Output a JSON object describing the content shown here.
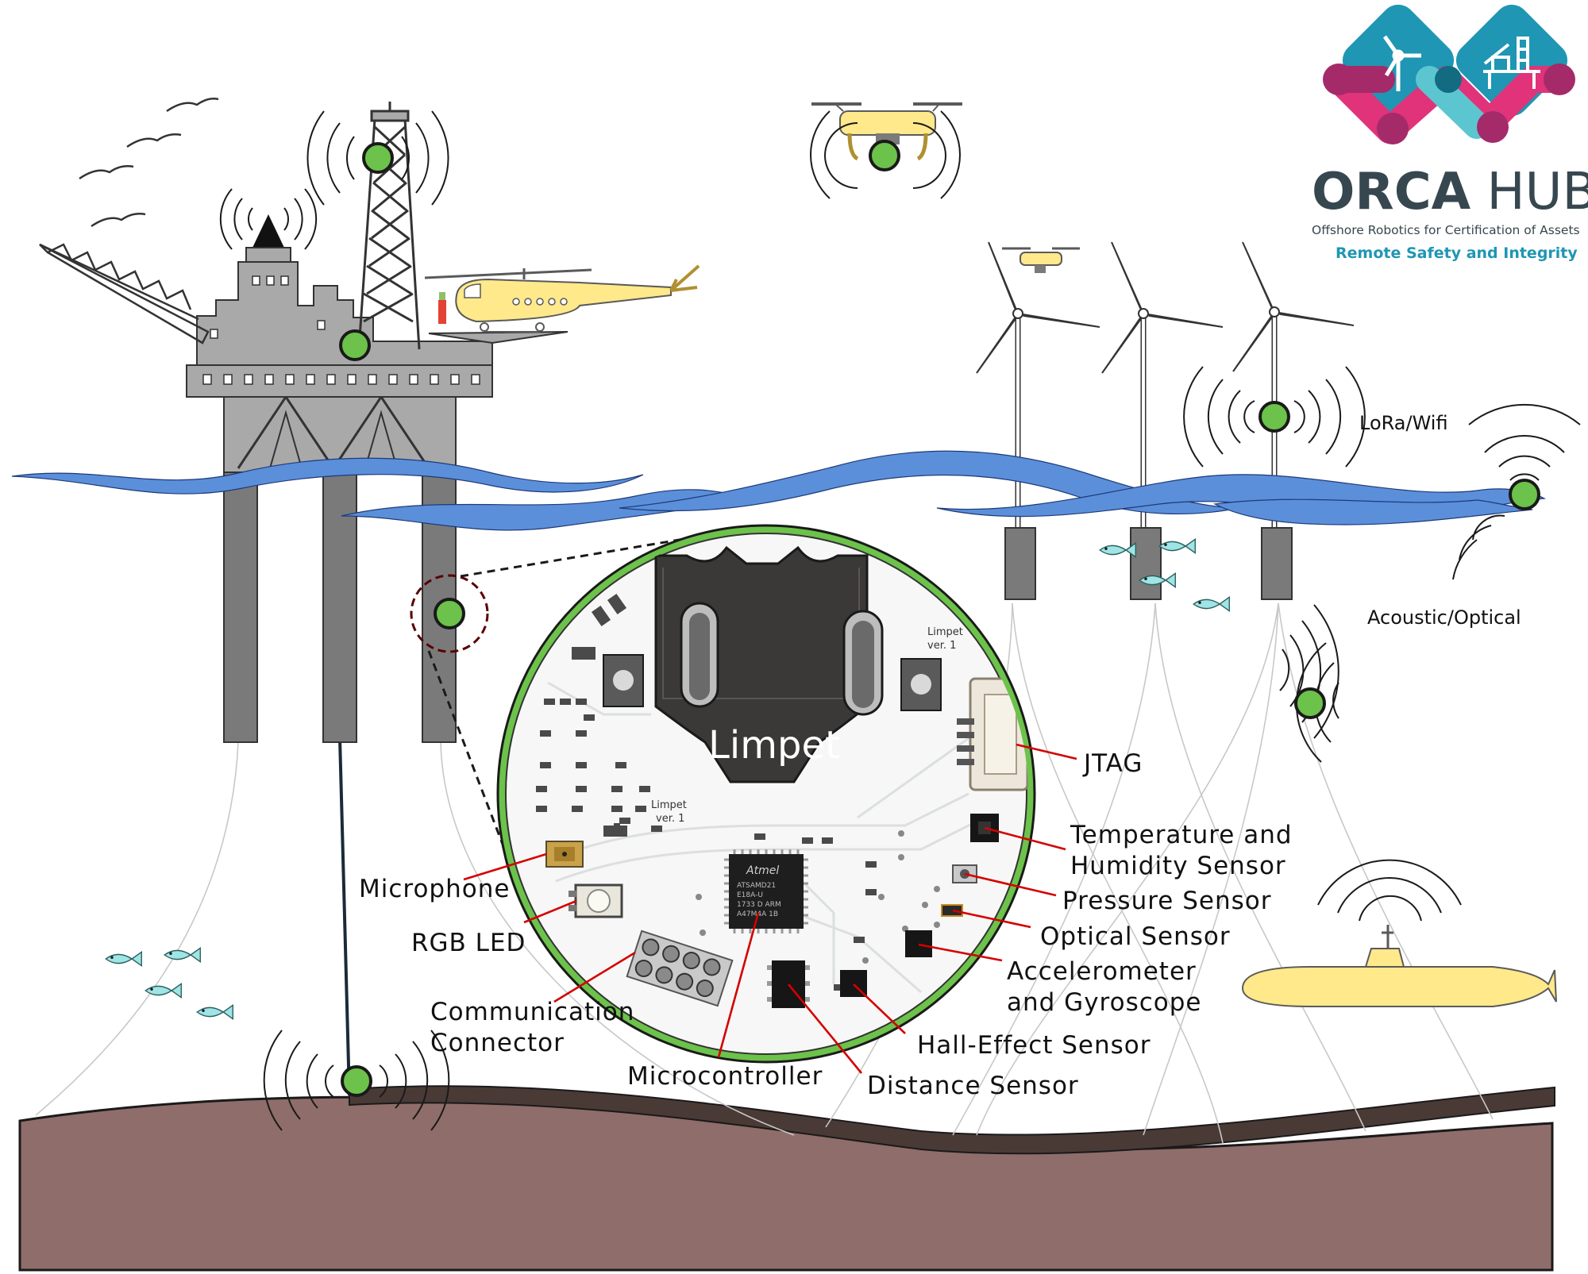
{
  "logo": {
    "title_bold": "ORCA",
    "title_light": " HUB",
    "subtitle": "Offshore Robotics for Certification of Assets",
    "tagline": "Remote Safety and Integrity",
    "colors": {
      "teal": "#1f96b3",
      "light_teal": "#5cc6d0",
      "magenta": "#e0337a",
      "plum": "#a52a6a",
      "dark": "#37474f"
    }
  },
  "comms": {
    "wireless": "LoRa/Wifi",
    "underwater": "Acoustic/Optical"
  },
  "board": {
    "name": "Limpet",
    "silk_text": [
      "Limpet",
      "ver. 1"
    ],
    "chip_text": [
      "Atmel",
      "ATSAMD21",
      "E18A-U",
      "1733 D ARM",
      "A47M4A 1B"
    ]
  },
  "callouts": {
    "microphone": "Microphone",
    "rgb_led": "RGB LED",
    "comm_connector": [
      "Communication",
      "Connector"
    ],
    "microcontroller": "Microcontroller",
    "distance": "Distance Sensor",
    "hall": "Hall-Effect Sensor",
    "accel": [
      "Accelerometer",
      "and Gyroscope"
    ],
    "optical": "Optical Sensor",
    "pressure": "Pressure Sensor",
    "temp": [
      "Temperature and",
      "Humidity Sensor"
    ],
    "jtag": "JTAG"
  },
  "colors": {
    "sensor_node": "#6cc24a",
    "water": "#5b8fd9",
    "seabed": "#8f6d6a",
    "pipeline": "#4a3a36",
    "leader_line": "#d40000",
    "vehicles": "#ffe98a",
    "fish": "#9fe5e5"
  }
}
